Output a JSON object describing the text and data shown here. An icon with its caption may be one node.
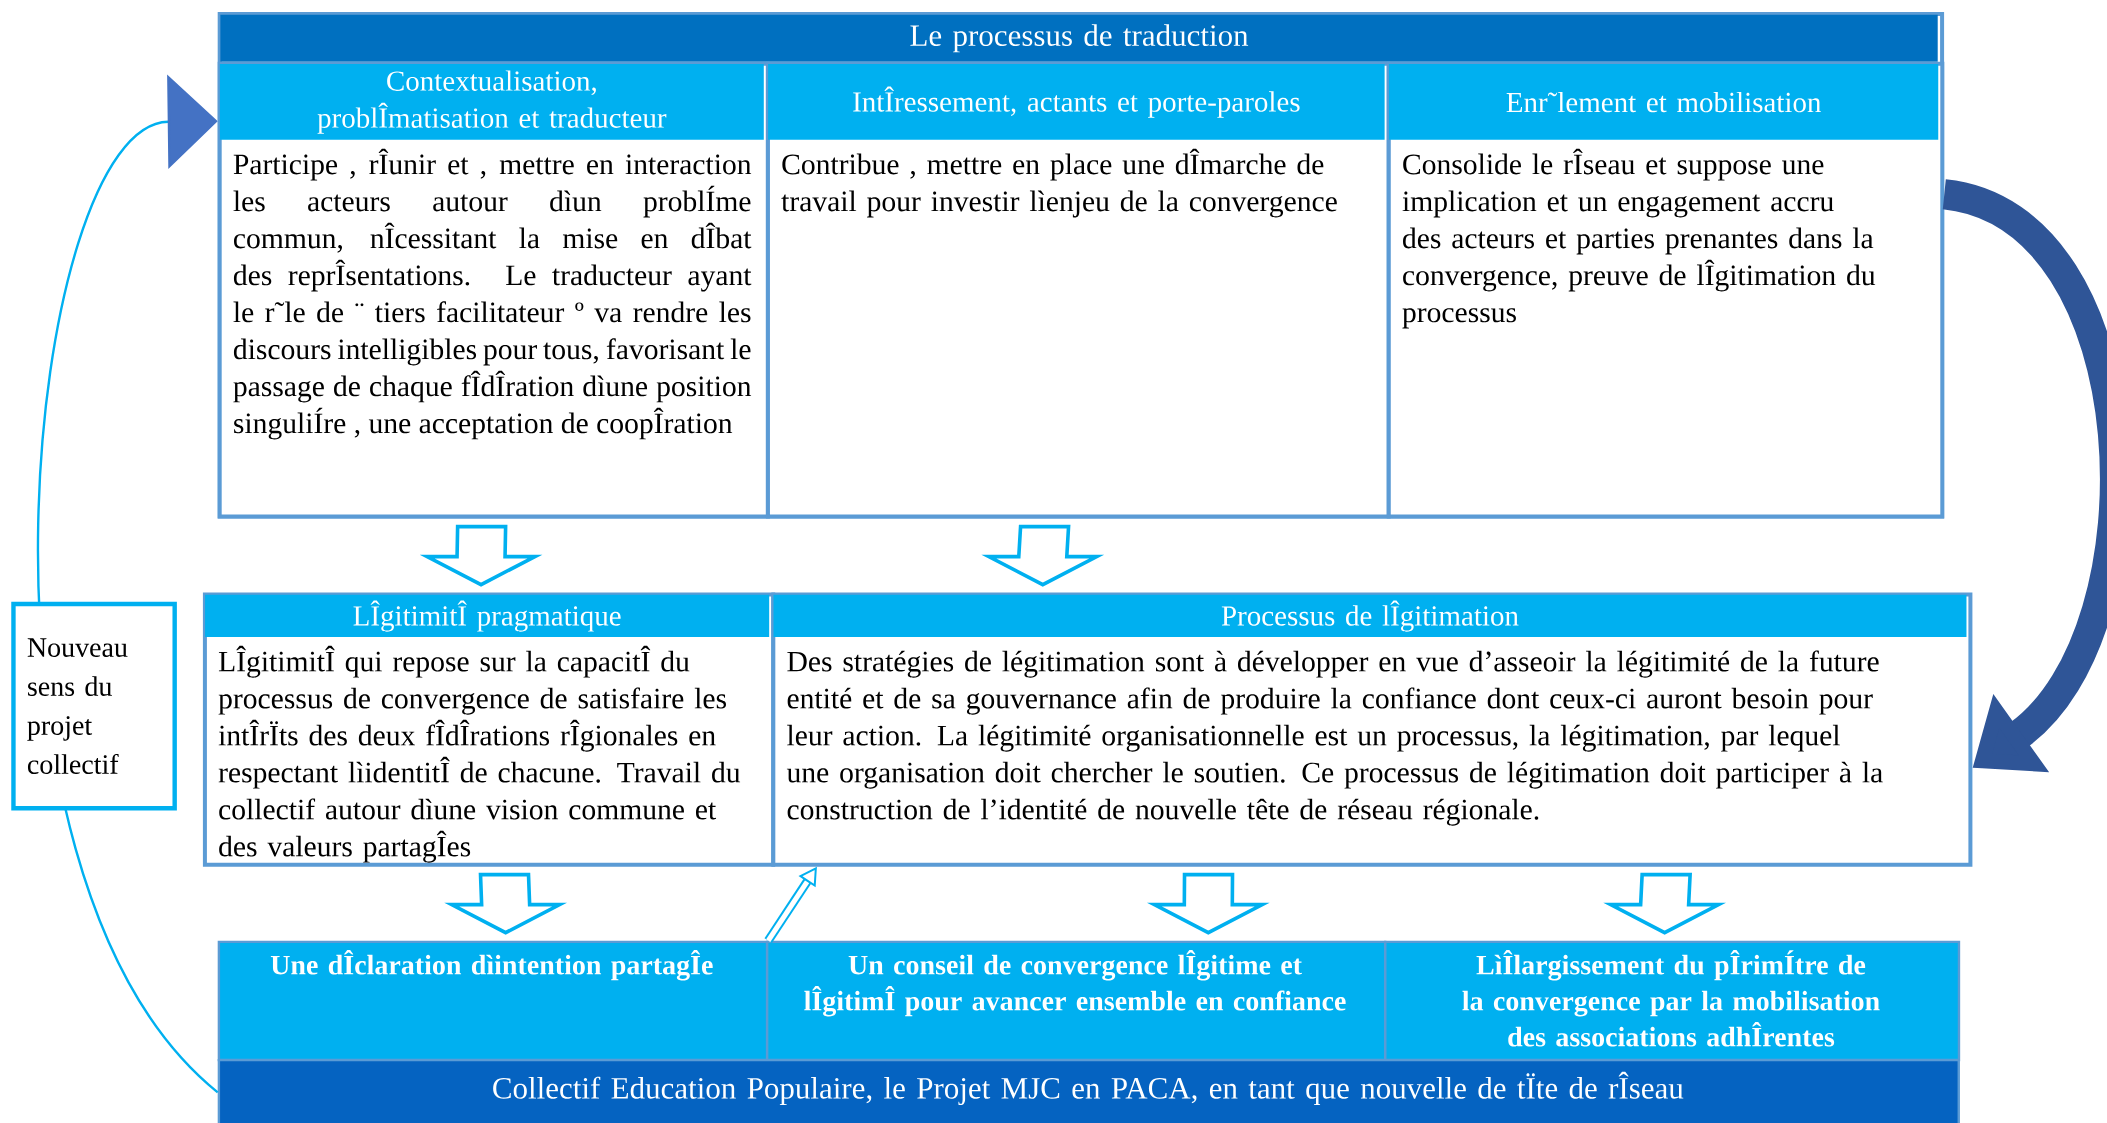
{
  "diagram": {
    "nodes": [
      {
        "text": [
          "Le processus de traduction"
        ]
      },
      {
        "text": [
          "Contextualisation, problÎmatisation et traducteur",
          "Participe , rÎunir et , mettre en interaction les acteurs autour dìun problÍme commun, nÎcessitant la mise en dÎbat des reprÎsentations. Le traducteur ayant le r˜le de ¨ tiers facilitateur º va rendre les discours intelligibles pour tous, favorisant le passage de chaque fÎdÎration dìune position singuliÍre , une acceptation de coopÎration"
        ],
        "in": 0
      },
      {
        "text": [
          "IntÎressement, actants et porte-paroles",
          "Contribue , mettre en place une dÎmarche de travail pour investir lìenjeu de la convergence"
        ],
        "in": 0
      },
      {
        "text": [
          "Enr˜lement et mobilisation",
          "Consolide le rÎseau et suppose une implication et un engagement accru des acteurs et parties prenantes dans la convergence, preuve de lÎgitimation du processus"
        ],
        "in": 0
      },
      {
        "text": [
          "LÎgitimitÎ pragmatique",
          "LÎgitimitÎ qui repose sur la capacitÎ du processus de convergence de satisfaire les intÎrÏts des deux fÎdÎrations rÎgionales en respectant lìidentitÎ de chacune. Travail du collectif autour dìune vision commune et des valeurs partagÎes"
        ]
      },
      {
        "text": [
          "Processus de lÎgitimation",
          "Des stratégies de légitimation sont à développer en vue d’asseoir la légitimité de la future entité et de sa gouvernance afin de produire la confiance dont ceux-ci auront besoin pour leur action. La légitimité organisationnelle est un processus, la légitimation, par lequel une organisation doit chercher le soutien. Ce processus de légitimation doit participer à la construction de l’identité de nouvelle tête de réseau régionale."
        ]
      },
      {
        "text": [
          "Une dÎclaration dìintention partagÎe"
        ]
      },
      {
        "text": [
          "Un conseil de convergence lÎgitime et lÎgitimÎ pour avancer ensemble en confiance"
        ]
      },
      {
        "text": [
          "LìÎlargissement du pÎrimÍtre de la convergence par la mobilisation des associations adhÎrentes"
        ]
      },
      {
        "text": [
          "Collectif Education Populaire, le Projet MJC en PACA, en tant que nouvelle de tÏte de rÎseau"
        ]
      }
    ],
    "edges": [
      {
        "from": 1,
        "to": 4,
        "arrow": "to"
      },
      {
        "from": 2,
        "to": 5,
        "arrow": "to"
      },
      {
        "from": 4,
        "to": 6,
        "arrow": "to"
      },
      {
        "from": 5,
        "to": 7,
        "arrow": "to"
      },
      {
        "from": 5,
        "to": 8,
        "arrow": "to"
      },
      {
        "from": 6,
        "to": 5,
        "arrow": "to"
      },
      {
        "from": 3,
        "to": 5,
        "arrow": "to",
        "style": "thick",
        "color": "#2f5597"
      },
      {
        "from": 9,
        "to": 1,
        "arrow": "to",
        "label": "Nouveau sens du projet collectif"
      }
    ]
  }
}
